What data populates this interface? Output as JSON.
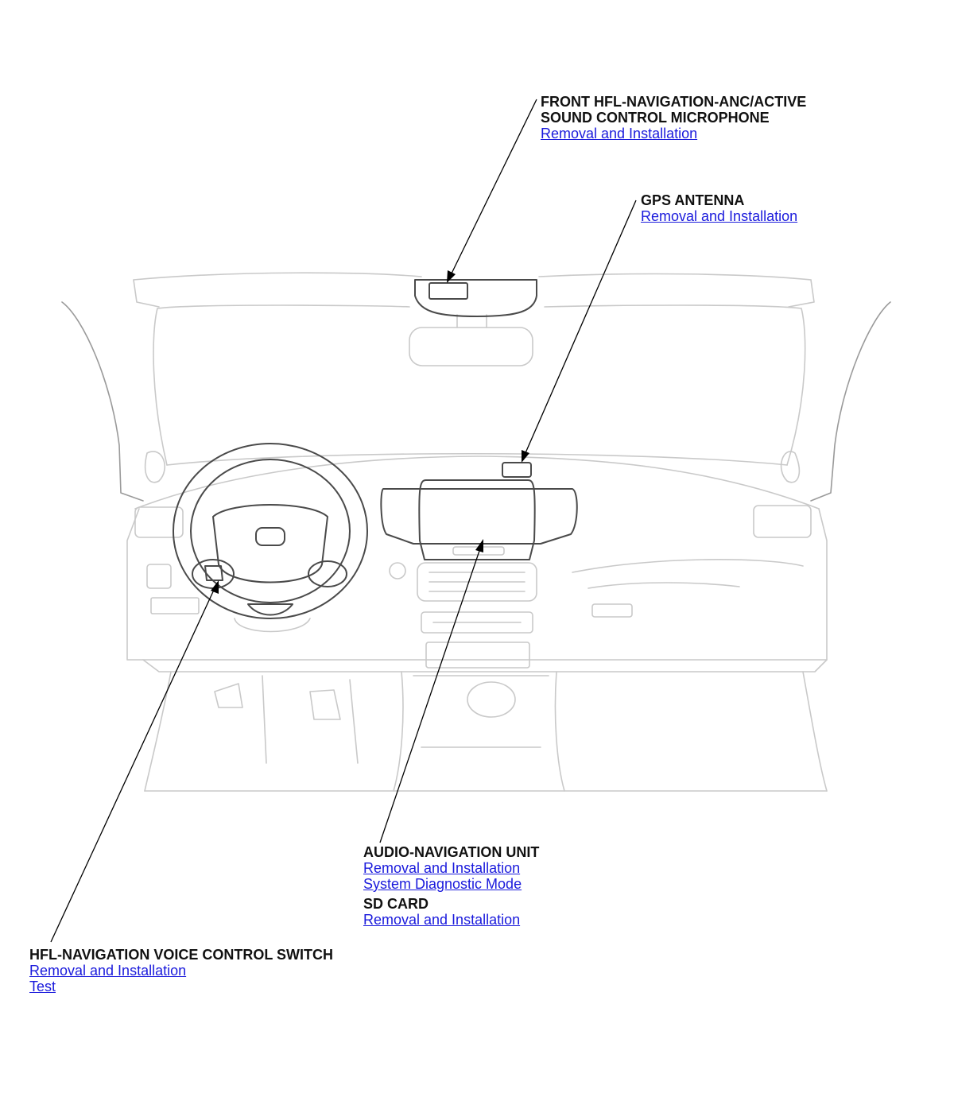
{
  "callouts": {
    "microphone": {
      "title_line1": "FRONT HFL-NAVIGATION-ANC/ACTIVE",
      "title_line2": "SOUND CONTROL MICROPHONE",
      "links": [
        "Removal and Installation"
      ]
    },
    "gps_antenna": {
      "title": "GPS ANTENNA",
      "links": [
        "Removal and Installation"
      ]
    },
    "audio_navigation_unit": {
      "title": "AUDIO-NAVIGATION UNIT",
      "links": [
        "Removal and Installation",
        "System Diagnostic Mode"
      ]
    },
    "sd_card": {
      "title": "SD CARD",
      "links": [
        "Removal and Installation"
      ]
    },
    "voice_control_switch": {
      "title": "HFL-NAVIGATION VOICE CONTROL SWITCH",
      "links": [
        "Removal and Installation",
        "Test"
      ]
    }
  },
  "colors": {
    "link": "#1a1adc",
    "title": "#111111",
    "drawing_light": "#c9c9c9",
    "drawing_dark": "#4a4a4a"
  }
}
